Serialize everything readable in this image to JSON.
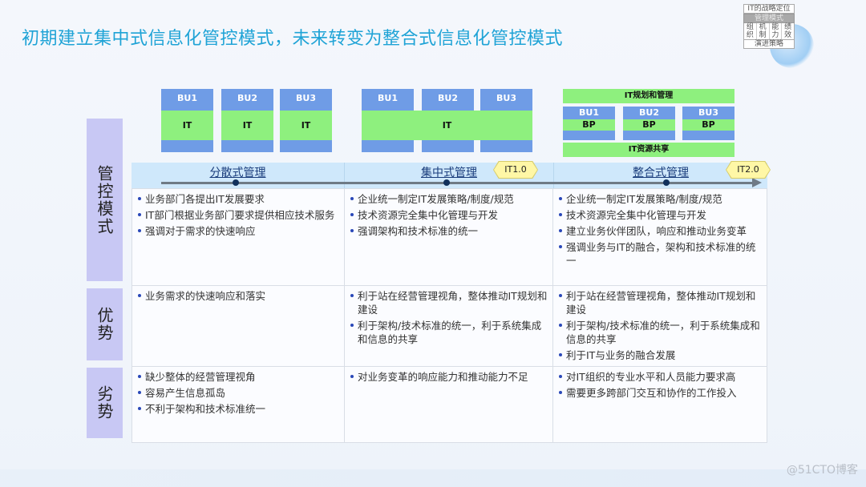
{
  "title": "初期建立集中式信息化管控模式，未来转变为整合式信息化管控模式",
  "mini_diagram": {
    "top": "IT的战略定位",
    "middle": "管理模式",
    "cells": [
      "组织",
      "机制",
      "能力",
      "绩效"
    ],
    "bottom": "演进策略"
  },
  "diagrams": {
    "decentralized": {
      "bus": [
        "BU1",
        "BU2",
        "BU3"
      ],
      "it": "IT"
    },
    "centralized": {
      "bus": [
        "BU1",
        "BU2",
        "BU3"
      ],
      "it": "IT"
    },
    "integrated": {
      "top_bar": "IT规划和管理",
      "bus": [
        "BU1",
        "BU2",
        "BU3"
      ],
      "bp": "BP",
      "bottom_bar": "IT资源共享"
    }
  },
  "columns": [
    "分散式管理",
    "集中式管理",
    "整合式管理"
  ],
  "tags": [
    "IT1.0",
    "IT2.0"
  ],
  "rows": [
    {
      "label": "管控模式",
      "cells": [
        [
          "业务部门各提出IT发展要求",
          "IT部门根据业务部门要求提供相应技术服务",
          "强调对于需求的快速响应"
        ],
        [
          "企业统一制定IT发展策略/制度/规范",
          "技术资源完全集中化管理与开发",
          "强调架构和技术标准的统一"
        ],
        [
          "企业统一制定IT发展策略/制度/规范",
          "技术资源完全集中化管理与开发",
          "建立业务伙伴团队，响应和推动业务变革",
          "强调业务与IT的融合，架构和技术标准的统一"
        ]
      ]
    },
    {
      "label": "优势",
      "cells": [
        [
          "业务需求的快速响应和落实"
        ],
        [
          "利于站在经营管理视角，整体推动IT规划和建设",
          "利于架构/技术标准的统一，利于系统集成和信息的共享"
        ],
        [
          "利于站在经营管理视角，整体推动IT规划和建设",
          "利于架构/技术标准的统一，利于系统集成和信息的共享",
          "利于IT与业务的融合发展"
        ]
      ]
    },
    {
      "label": "劣势",
      "cells": [
        [
          "缺少整体的经营管理视角",
          "容易产生信息孤岛",
          "不利于架构和技术标准统一"
        ],
        [
          "对业务变革的响应能力和推动能力不足"
        ],
        [
          "对IT组织的专业水平和人员能力要求高",
          "需要更多跨部门交互和协作的工作投入"
        ]
      ]
    }
  ],
  "watermark": "@51CTO博客",
  "colors": {
    "title": "#1fa3d6",
    "bu_blue": "#6f9ce6",
    "it_green": "#8ef07e",
    "row_label": "#c8c8f4",
    "header": "#cfe8fb",
    "bullet": "#2a48b8"
  }
}
